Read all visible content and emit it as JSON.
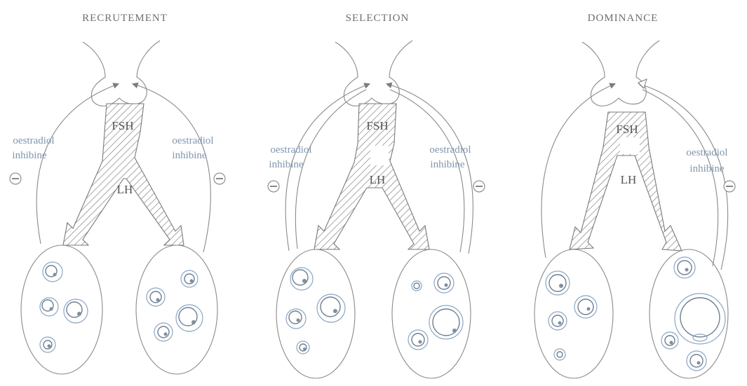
{
  "panels": [
    {
      "title": "RECRUTEMENT",
      "fsh_label": "FSH",
      "lh_label": "LH",
      "left_feedback": {
        "line1": "oestradiol",
        "line2": "inhibine",
        "sign": "−"
      },
      "right_feedback": {
        "line1": "oestradiol",
        "line2": "inhibine",
        "sign": "−"
      }
    },
    {
      "title": "SELECTION",
      "fsh_label": "FSH",
      "lh_label": "LH",
      "left_feedback": {
        "line1": "oestradiol",
        "line2": "inhibine",
        "sign": "−"
      },
      "right_feedback": {
        "line1": "oestradiol",
        "line2": "inhibine",
        "sign": "−"
      }
    },
    {
      "title": "DOMINANCE",
      "fsh_label": "FSH",
      "lh_label": "LH",
      "right_feedback": {
        "line1": "oestradiol",
        "line2": "inhibine",
        "sign": "−"
      }
    }
  ],
  "colors": {
    "line": "#8a8a8a",
    "feedback_text": "#8096ad",
    "follicle": "#8aa6c4"
  }
}
